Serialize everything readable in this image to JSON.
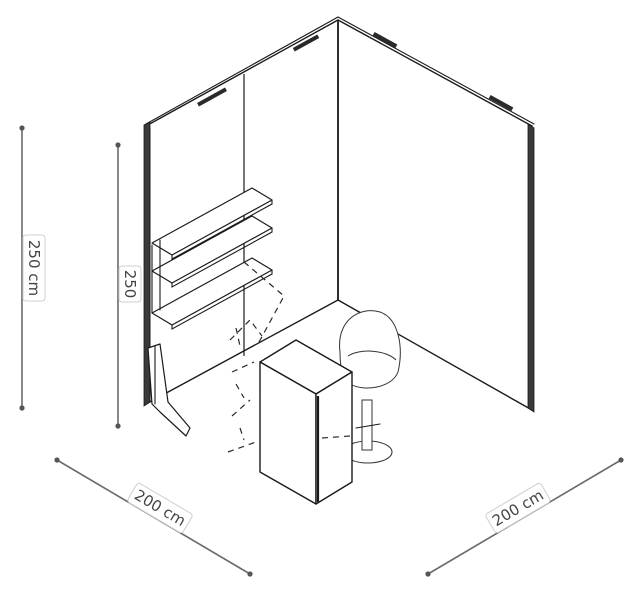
{
  "dimensions": {
    "total_height": "250 cm",
    "wall_height": "250",
    "width_left": "200 cm",
    "width_right": "200 cm"
  },
  "colors": {
    "line": "#1a1a1a",
    "dimension": "#6b6b6b",
    "background": "#ffffff"
  }
}
